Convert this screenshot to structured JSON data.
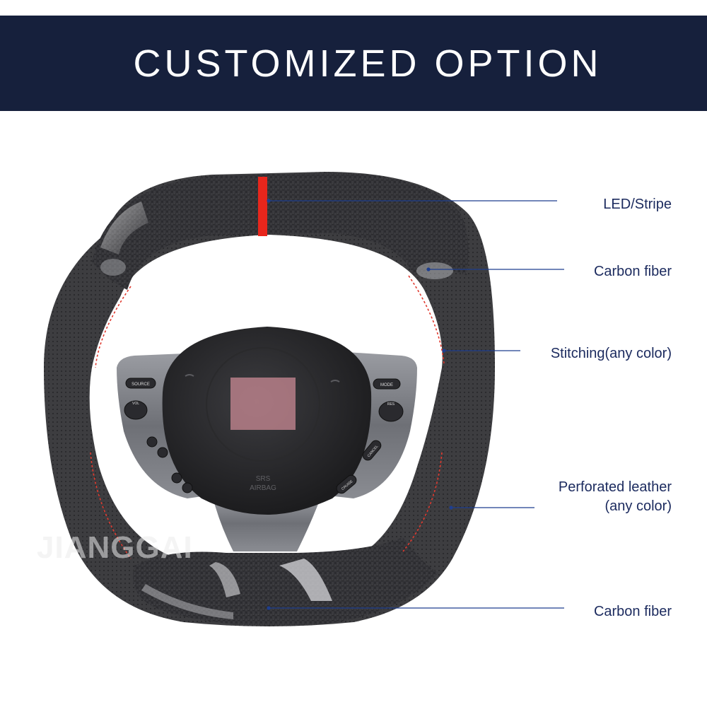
{
  "banner": {
    "title": "CUSTOMIZED OPTION"
  },
  "callouts": [
    {
      "label": "LED/Stripe"
    },
    {
      "label": "Carbon fiber"
    },
    {
      "label": "Stitching(any color)"
    },
    {
      "label": "Perforated leather",
      "label2": "(any color)"
    },
    {
      "label": "Carbon fiber"
    }
  ],
  "wheel": {
    "buttons": {
      "source": "SOURCE",
      "vol": "VOL",
      "mode": "MODE",
      "res": "RES",
      "cancel": "CANCEL",
      "cruise": "CRUISE"
    },
    "airbag": {
      "line1": "SRS",
      "line2": "AIRBAG"
    }
  },
  "watermark": "JIANGGAI",
  "colors": {
    "banner_bg": "#16203c",
    "banner_text": "#ffffff",
    "callout_text": "#1b2a5e",
    "callout_line": "#1f3f8f",
    "stripe": "#e8261c"
  }
}
